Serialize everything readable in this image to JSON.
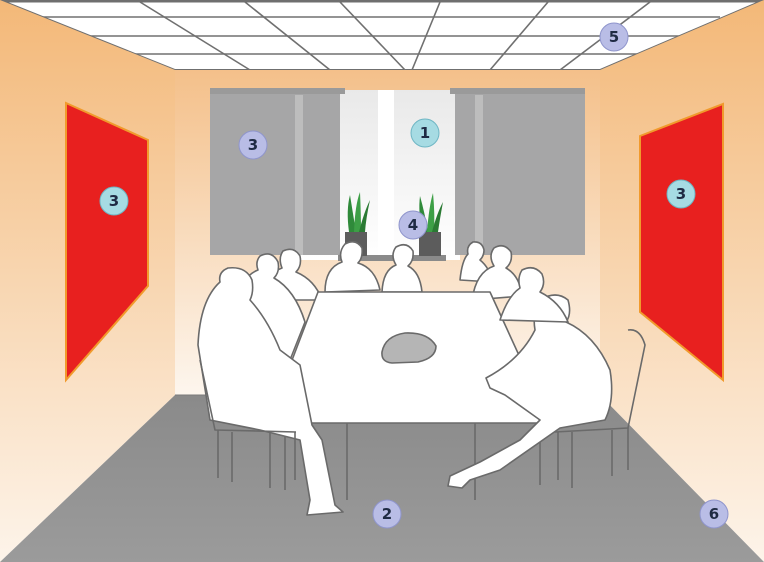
{
  "title": "",
  "colors": {
    "wall_warm": "#f6c48f",
    "wall_light": "#fdf3e6",
    "panel_red": "#e8201f",
    "panel_edge": "#f19a2c",
    "curtain_gray": "#a7a7a8",
    "floor_gray": "#8d8d8d",
    "ceiling_white": "#ffffff",
    "marker_teal": "#a6dbe3",
    "marker_lavender": "#b9bde6",
    "marker_text": "#1f2b44",
    "plant_green": "#2f8a3a"
  },
  "markers": [
    {
      "id": "m1",
      "label": "1",
      "style": "teal"
    },
    {
      "id": "m2",
      "label": "2",
      "style": "lavender"
    },
    {
      "id": "m3a",
      "label": "3",
      "style": "lavender"
    },
    {
      "id": "m3b",
      "label": "3",
      "style": "teal"
    },
    {
      "id": "m3c",
      "label": "3",
      "style": "teal"
    },
    {
      "id": "m4",
      "label": "4",
      "style": "lavender"
    },
    {
      "id": "m5",
      "label": "5",
      "style": "lavender"
    },
    {
      "id": "m6",
      "label": "6",
      "style": "lavender"
    }
  ]
}
